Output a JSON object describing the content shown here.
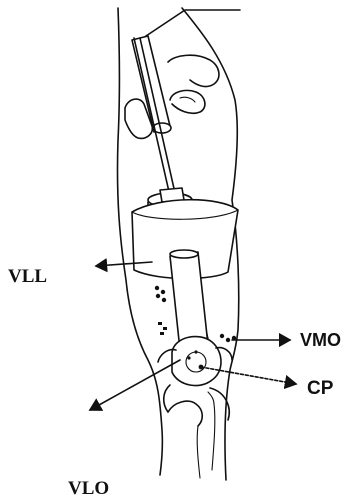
{
  "labels": {
    "vll": "VLL",
    "vmo": "VMO",
    "cp": "CP",
    "vlo": "VLO"
  }
}
